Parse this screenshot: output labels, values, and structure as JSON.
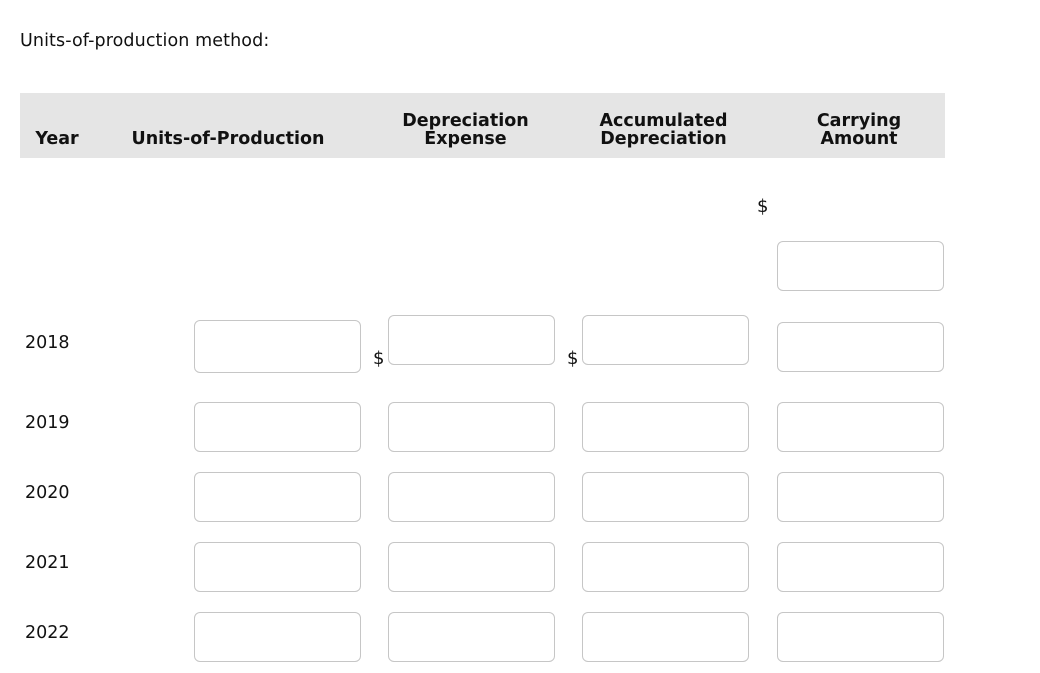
{
  "page": {
    "title": "Units-of-production method:"
  },
  "table": {
    "headers": {
      "year": "Year",
      "units": "Units-of-Production",
      "expense_line1": "Depreciation",
      "expense_line2": "Expense",
      "accumulated_line1": "Accumulated",
      "accumulated_line2": "Depreciation",
      "carrying_line1": "Carrying",
      "carrying_line2": "Amount"
    },
    "currency_symbol": "$",
    "rows": [
      {
        "year": "",
        "units_value": "",
        "expense_value": "",
        "accumulated_value": "",
        "carrying_value": ""
      },
      {
        "year": "2018",
        "units_value": "",
        "expense_value": "",
        "accumulated_value": "",
        "carrying_value": ""
      },
      {
        "year": "2019",
        "units_value": "",
        "expense_value": "",
        "accumulated_value": "",
        "carrying_value": ""
      },
      {
        "year": "2020",
        "units_value": "",
        "expense_value": "",
        "accumulated_value": "",
        "carrying_value": ""
      },
      {
        "year": "2021",
        "units_value": "",
        "expense_value": "",
        "accumulated_value": "",
        "carrying_value": ""
      },
      {
        "year": "2022",
        "units_value": "",
        "expense_value": "",
        "accumulated_value": "",
        "carrying_value": ""
      }
    ]
  },
  "colors": {
    "header_background": "#e5e5e5",
    "page_background": "#ffffff",
    "text": "#111111",
    "field_border": "#c6c6c6"
  }
}
